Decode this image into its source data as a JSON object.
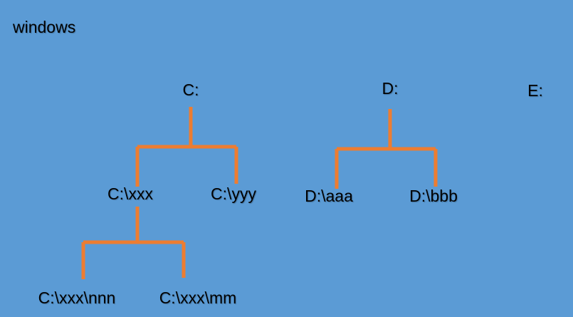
{
  "title": "windows",
  "tree": {
    "drives": [
      "C:",
      "D:",
      "E:"
    ],
    "c_children": [
      "C:\\xxx",
      "C:\\yyy"
    ],
    "xxx_children": [
      "C:\\xxx\\nnn",
      "C:\\xxx\\mm"
    ],
    "d_children": [
      "D:\\aaa",
      "D:\\bbb"
    ]
  },
  "colors": {
    "background": "#5b9bd5",
    "connector": "#ed7d31",
    "text": "#000000"
  }
}
